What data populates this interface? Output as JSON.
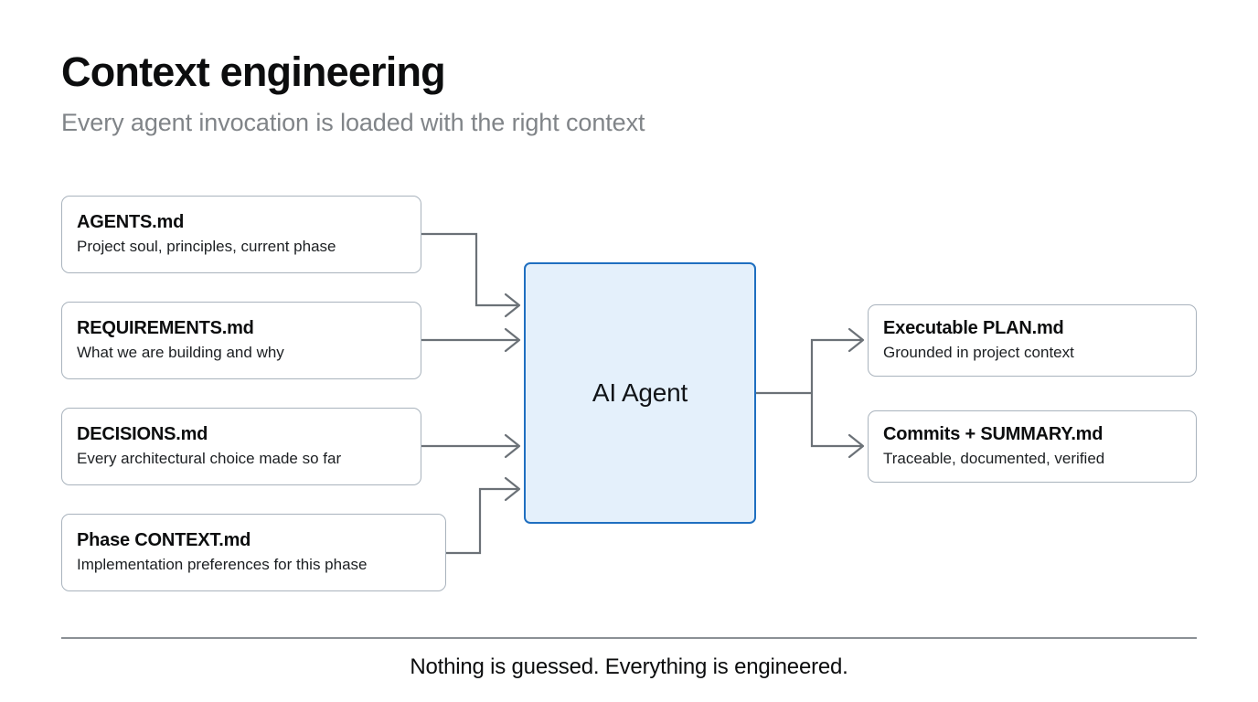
{
  "header": {
    "title": "Context engineering",
    "subtitle": "Every agent invocation is loaded with the right context"
  },
  "inputs": [
    {
      "title": "AGENTS.md",
      "desc": "Project soul, principles, current phase"
    },
    {
      "title": "REQUIREMENTS.md",
      "desc": "What we are building and why"
    },
    {
      "title": "DECISIONS.md",
      "desc": "Every architectural choice made so far"
    },
    {
      "title": "Phase CONTEXT.md",
      "desc": "Implementation preferences for this phase"
    }
  ],
  "agent": {
    "label": "AI Agent"
  },
  "outputs": [
    {
      "title": "Executable PLAN.md",
      "desc": "Grounded in project context"
    },
    {
      "title": "Commits + SUMMARY.md",
      "desc": "Traceable, documented, verified"
    }
  ],
  "footer": {
    "text": "Nothing is guessed. Everything is engineered."
  },
  "colors": {
    "agent_fill": "#e4f0fb",
    "agent_border": "#1f6fc0",
    "node_border": "#a9b3bd",
    "connector": "#6b7177",
    "subtitle": "#808488",
    "divider": "#8b9095",
    "text": "#0c0d0e"
  }
}
